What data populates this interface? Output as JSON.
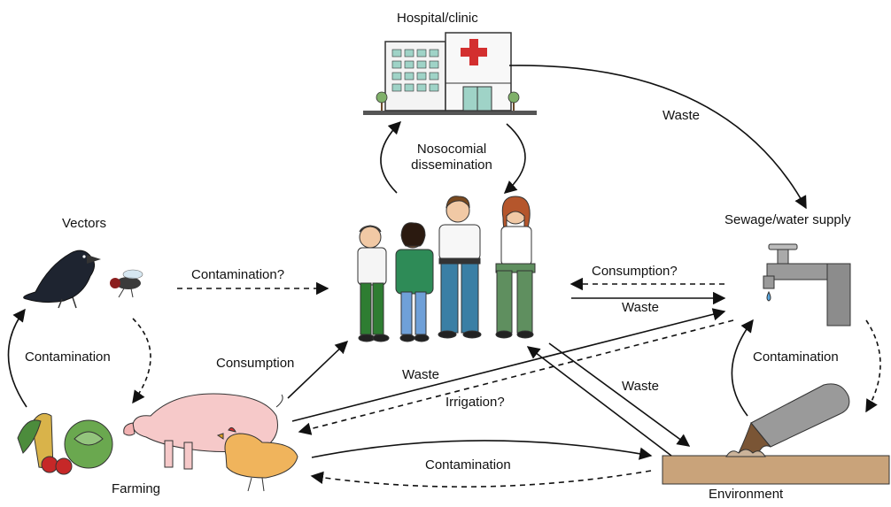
{
  "nodes": {
    "hospital": "Hospital/clinic",
    "vectors": "Vectors",
    "sewage": "Sewage/water supply",
    "farming": "Farming",
    "environment": "Environment"
  },
  "edges": {
    "nosocomial_line1": "Nosocomial",
    "nosocomial_line2": "dissemination",
    "hospital_waste": "Waste",
    "vectors_contamination_q": "Contamination?",
    "vectors_farming_contamination": "Contamination",
    "sewage_consumption_q": "Consumption?",
    "people_sewage_waste": "Waste",
    "farming_consumption": "Consumption",
    "farming_waste": "Waste",
    "irrigation_q": "Irrigation?",
    "environment_waste": "Waste",
    "sewage_env_contamination": "Contamination",
    "farming_env_contamination": "Contamination"
  },
  "colors": {
    "arrow": "#111111",
    "hospital_cross": "#d32f2f",
    "building": "#f2f2f2",
    "window": "#9fd3c7",
    "soil": "#c9a37a",
    "pipe": "#9a9a9a",
    "pig": "#f6c9c9",
    "hen": "#f0b45c",
    "shirt_green": "#2e8b57",
    "jeans": "#3a6ea5"
  }
}
